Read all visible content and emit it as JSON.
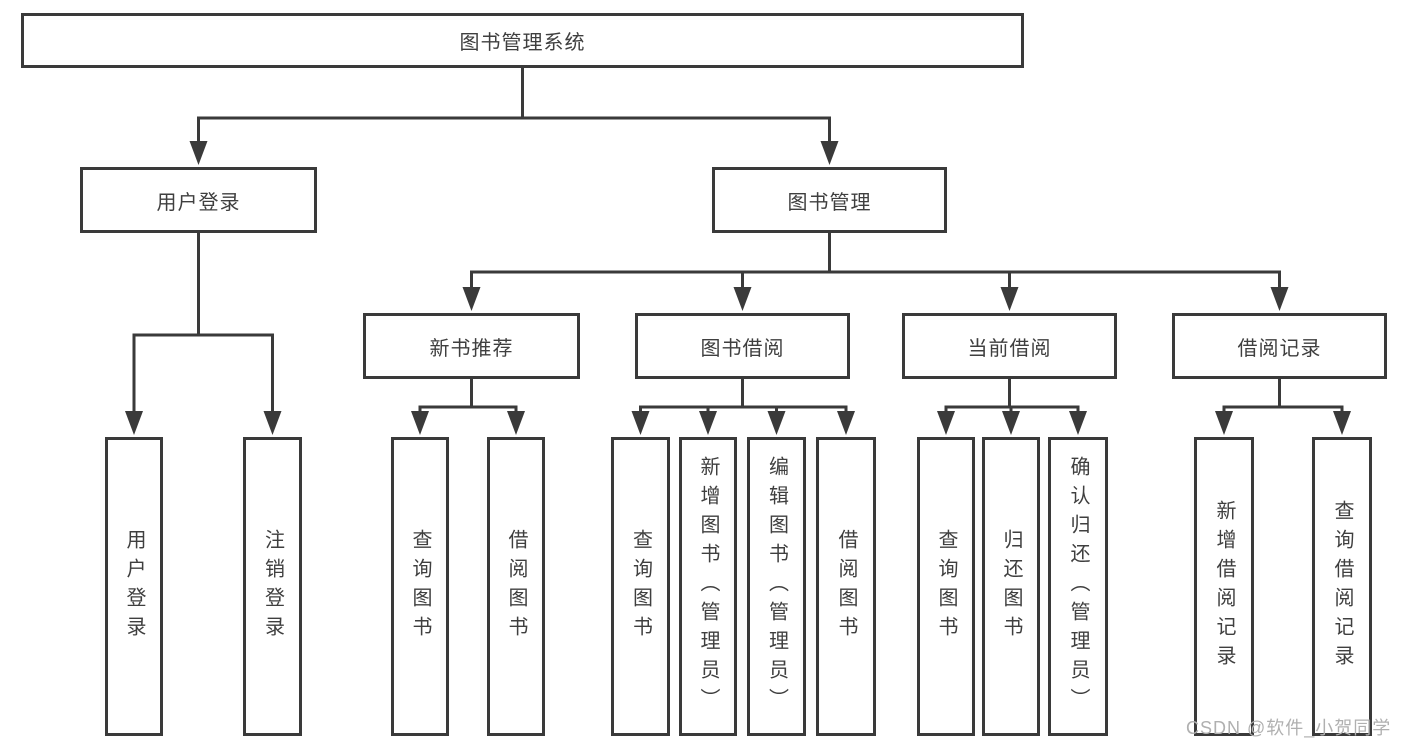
{
  "colors": {
    "line": "#3a3a3a",
    "box_border": "#3a3a3a",
    "text": "#3f3f3f",
    "watermark": "#b0b0b0",
    "background": "#ffffff"
  },
  "diagram": {
    "type": "hierarchy-tree",
    "root": {
      "label": "图书管理系统"
    },
    "branches": [
      {
        "label": "用户登录",
        "children": [
          {
            "label": "用户登录"
          },
          {
            "label": "注销登录"
          }
        ]
      },
      {
        "label": "图书管理",
        "children": [
          {
            "label": "新书推荐",
            "children": [
              {
                "label": "查询图书"
              },
              {
                "label": "借阅图书"
              }
            ]
          },
          {
            "label": "图书借阅",
            "children": [
              {
                "label": "查询图书"
              },
              {
                "label": "新增图书（管理员）"
              },
              {
                "label": "编辑图书（管理员）"
              },
              {
                "label": "借阅图书"
              }
            ]
          },
          {
            "label": "当前借阅",
            "children": [
              {
                "label": "查询图书"
              },
              {
                "label": "归还图书"
              },
              {
                "label": "确认归还（管理员）"
              }
            ]
          },
          {
            "label": "借阅记录",
            "children": [
              {
                "label": "新增借阅记录"
              },
              {
                "label": "查询借阅记录"
              }
            ]
          }
        ]
      }
    ]
  },
  "watermark": {
    "text": "CSDN @软件_小贺同学"
  }
}
